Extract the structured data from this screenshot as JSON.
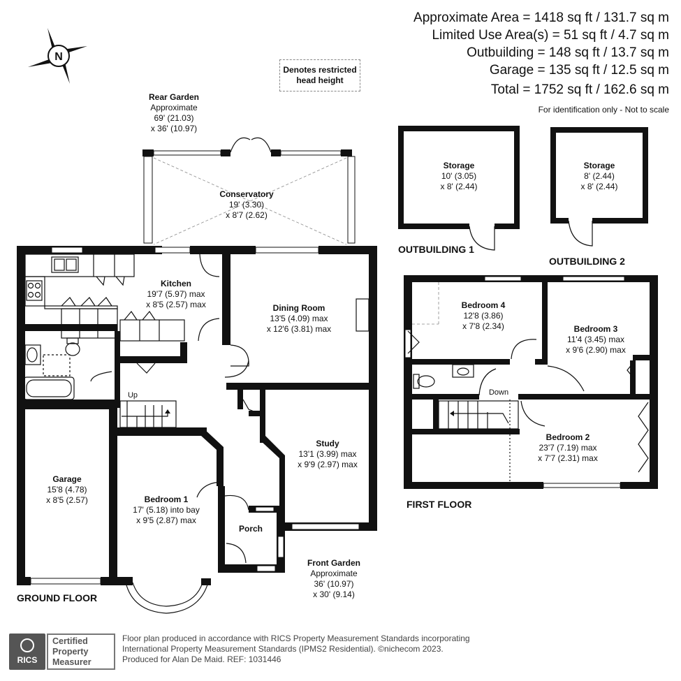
{
  "areas": {
    "approximate": "Approximate Area = 1418 sq ft / 131.7 sq m",
    "limited": "Limited Use Area(s) = 51 sq ft / 4.7 sq m",
    "outbuilding": "Outbuilding = 148 sq ft / 13.7 sq m",
    "garage": "Garage = 135 sq ft / 12.5 sq m",
    "total": "Total = 1752 sq ft / 162.6 sq m"
  },
  "identification_note": "For identification only - Not to scale",
  "restricted_legend": {
    "line1": "Denotes restricted",
    "line2": "head height"
  },
  "compass": {
    "letter": "N"
  },
  "rear_garden": {
    "title": "Rear Garden",
    "line2": "Approximate",
    "line3": "69' (21.03)",
    "line4": "x 36' (10.97)"
  },
  "front_garden": {
    "title": "Front Garden",
    "line2": "Approximate",
    "line3": "36' (10.97)",
    "line4": "x 30' (9.14)"
  },
  "rooms": {
    "conservatory": {
      "name": "Conservatory",
      "dim1": "19' (3.30)",
      "dim2": "x 8'7 (2.62)"
    },
    "kitchen": {
      "name": "Kitchen",
      "dim1": "19'7 (5.97) max",
      "dim2": "x 8'5 (2.57) max"
    },
    "dining": {
      "name": "Dining Room",
      "dim1": "13'5 (4.09) max",
      "dim2": "x 12'6 (3.81) max"
    },
    "study": {
      "name": "Study",
      "dim1": "13'1 (3.99) max",
      "dim2": "x 9'9 (2.97) max"
    },
    "garage": {
      "name": "Garage",
      "dim1": "15'8 (4.78)",
      "dim2": "x 8'5 (2.57)"
    },
    "bedroom1": {
      "name": "Bedroom 1",
      "dim1": "17' (5.18) into bay",
      "dim2": "x 9'5 (2.87) max"
    },
    "porch": {
      "name": "Porch"
    },
    "storage1": {
      "name": "Storage",
      "dim1": "10' (3.05)",
      "dim2": "x 8' (2.44)"
    },
    "storage2": {
      "name": "Storage",
      "dim1": "8' (2.44)",
      "dim2": "x 8' (2.44)"
    },
    "bedroom4": {
      "name": "Bedroom 4",
      "dim1": "12'8 (3.86)",
      "dim2": "x 7'8 (2.34)"
    },
    "bedroom3": {
      "name": "Bedroom 3",
      "dim1": "11'4 (3.45) max",
      "dim2": "x 9'6 (2.90) max"
    },
    "bedroom2": {
      "name": "Bedroom 2",
      "dim1": "23'7 (7.19) max",
      "dim2": "x 7'7 (2.31) max"
    }
  },
  "stairs": {
    "up": "Up",
    "down": "Down"
  },
  "floor_labels": {
    "ground": "GROUND FLOOR",
    "first": "FIRST FLOOR",
    "outbuilding1": "OUTBUILDING 1",
    "outbuilding2": "OUTBUILDING 2"
  },
  "badge": {
    "logo": "RICS",
    "line1": "Certified",
    "line2": "Property",
    "line3": "Measurer"
  },
  "footer": {
    "line1": "Floor plan produced in accordance with RICS Property Measurement Standards incorporating",
    "line2": "International Property Measurement Standards (IPMS2 Residential).  ©nichecom 2023.",
    "line3": "Produced for Alan De Maid.   REF: 1031446"
  }
}
